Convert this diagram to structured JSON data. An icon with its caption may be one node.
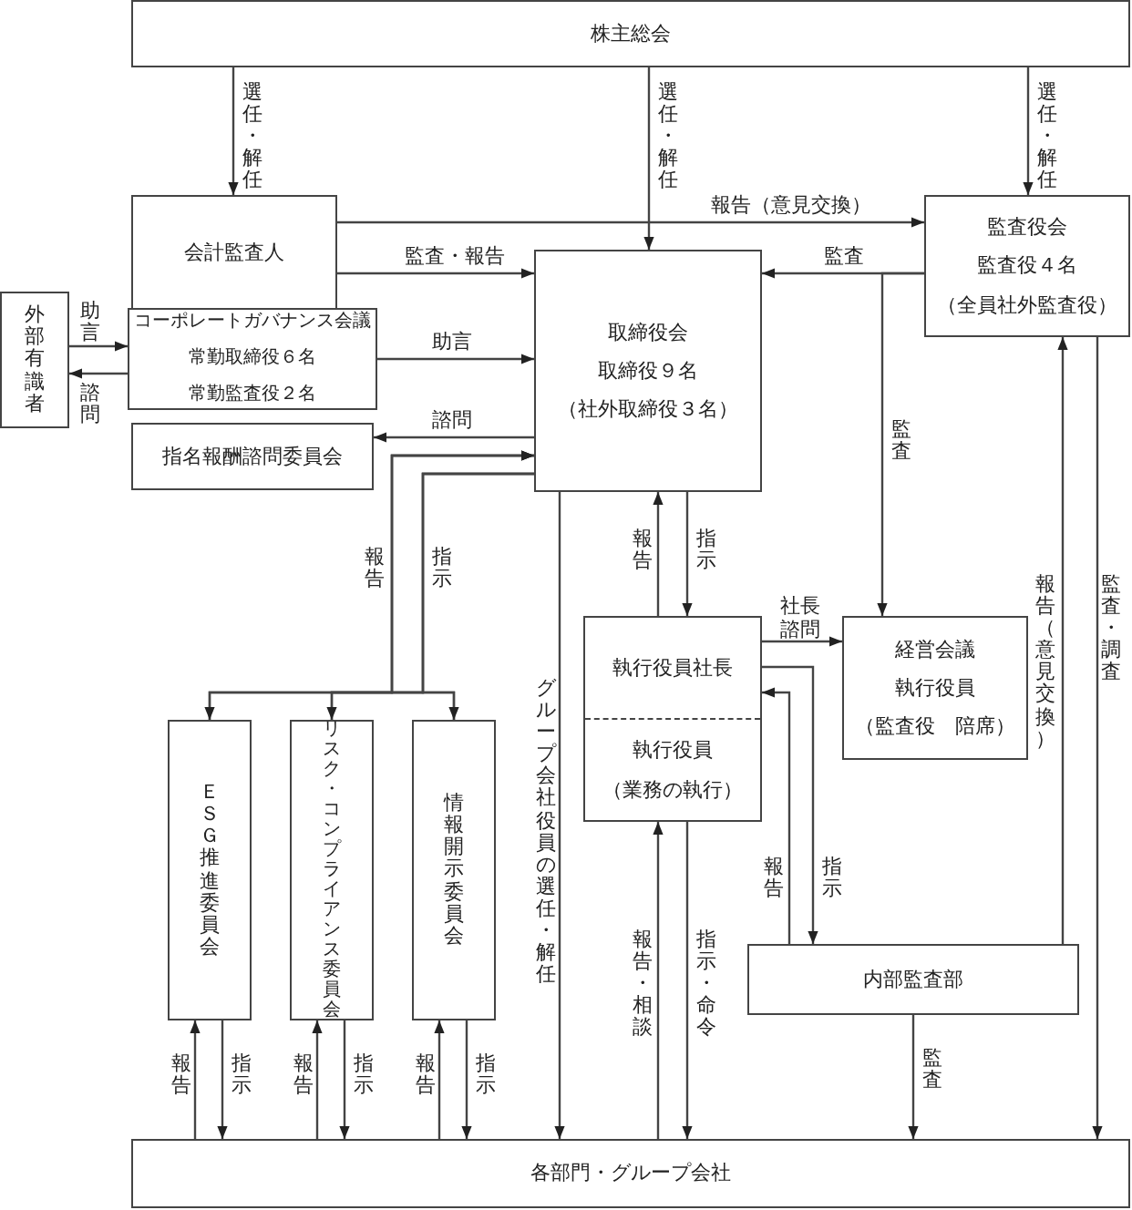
{
  "diagram": {
    "nodes": [
      {
        "text": [
          "株主総会"
        ]
      },
      {
        "text": [
          "会計監査人"
        ]
      },
      {
        "text": [
          "監査役会",
          "監査役４名",
          "（全員社外監査役）"
        ]
      },
      {
        "text": [
          "外部有識者"
        ]
      },
      {
        "text": [
          "コーポレートガバナンス会議",
          "常勤取締役６名",
          "常勤監査役２名"
        ]
      },
      {
        "text": [
          "取締役会",
          "取締役９名",
          "（社外取締役３名）"
        ]
      },
      {
        "text": [
          "指名報酬諮問委員会"
        ]
      },
      {
        "text": [
          "ＥＳＧ推進委員会"
        ]
      },
      {
        "text": [
          "リスク・コンプライアンス委員会"
        ]
      },
      {
        "text": [
          "情報開示委員会"
        ]
      },
      {
        "text": [
          "執行役員社長",
          "執行役員",
          "（業務の執行）"
        ]
      },
      {
        "text": [
          "経営会議",
          "執行役員",
          "（監査役　陪席）"
        ]
      },
      {
        "text": [
          "内部監査部"
        ]
      },
      {
        "text": [
          "各部門・グループ会社"
        ]
      }
    ],
    "edges": [
      {
        "from": 0,
        "to": 1,
        "arrow": "to",
        "label": "選任・解任"
      },
      {
        "from": 0,
        "to": 5,
        "arrow": "to",
        "label": "選任・解任"
      },
      {
        "from": 0,
        "to": 2,
        "arrow": "to",
        "label": "選任・解任"
      },
      {
        "from": 1,
        "to": 2,
        "arrow": "to",
        "label": "報告（意見交換）"
      },
      {
        "from": 1,
        "to": 5,
        "arrow": "to",
        "label": "監査・報告"
      },
      {
        "from": 2,
        "to": 5,
        "arrow": "to",
        "label": "監査"
      },
      {
        "from": 2,
        "to": 11,
        "arrow": "to",
        "label": "監査"
      },
      {
        "from": 3,
        "to": 4,
        "arrow": "to",
        "label": "助言"
      },
      {
        "from": 4,
        "to": 3,
        "arrow": "to",
        "label": "諮問"
      },
      {
        "from": 4,
        "to": 5,
        "arrow": "to",
        "label": "助言"
      },
      {
        "from": 5,
        "to": 6,
        "arrow": "to",
        "label": "諮問"
      },
      {
        "from": 7,
        "to": 5,
        "arrow": "to",
        "label": "報告"
      },
      {
        "from": 8,
        "to": 5,
        "arrow": "to"
      },
      {
        "from": 9,
        "to": 5,
        "arrow": "to"
      },
      {
        "from": 5,
        "to": 7,
        "arrow": "to",
        "label": "指示"
      },
      {
        "from": 5,
        "to": 8,
        "arrow": "to"
      },
      {
        "from": 5,
        "to": 9,
        "arrow": "to"
      },
      {
        "from": 5,
        "to": 13,
        "arrow": "to",
        "label": "グループ会社役員の選任・解任"
      },
      {
        "from": 10,
        "to": 5,
        "arrow": "to",
        "label": "報告"
      },
      {
        "from": 5,
        "to": 10,
        "arrow": "to",
        "label": "指示"
      },
      {
        "from": 10,
        "to": 11,
        "arrow": "to",
        "label": "社長諮問"
      },
      {
        "from": 10,
        "to": 12,
        "arrow": "to",
        "label": "指示"
      },
      {
        "from": 12,
        "to": 10,
        "arrow": "to",
        "label": "報告"
      },
      {
        "from": 13,
        "to": 10,
        "arrow": "to",
        "label": "報告・相談"
      },
      {
        "from": 10,
        "to": 13,
        "arrow": "to",
        "label": "指示・命令"
      },
      {
        "from": 12,
        "to": 2,
        "arrow": "to",
        "label": "報告（意見交換）"
      },
      {
        "from": 2,
        "to": 13,
        "arrow": "to",
        "label": "監査・調査"
      },
      {
        "from": 12,
        "to": 13,
        "arrow": "to",
        "label": "監査"
      },
      {
        "from": 13,
        "to": 7,
        "arrow": "to",
        "label": "報告"
      },
      {
        "from": 7,
        "to": 13,
        "arrow": "to",
        "label": "指示"
      },
      {
        "from": 13,
        "to": 8,
        "arrow": "to",
        "label": "報告"
      },
      {
        "from": 8,
        "to": 13,
        "arrow": "to",
        "label": "指示"
      },
      {
        "from": 13,
        "to": 9,
        "arrow": "to",
        "label": "報告"
      },
      {
        "from": 9,
        "to": 13,
        "arrow": "to",
        "label": "指示"
      }
    ]
  }
}
